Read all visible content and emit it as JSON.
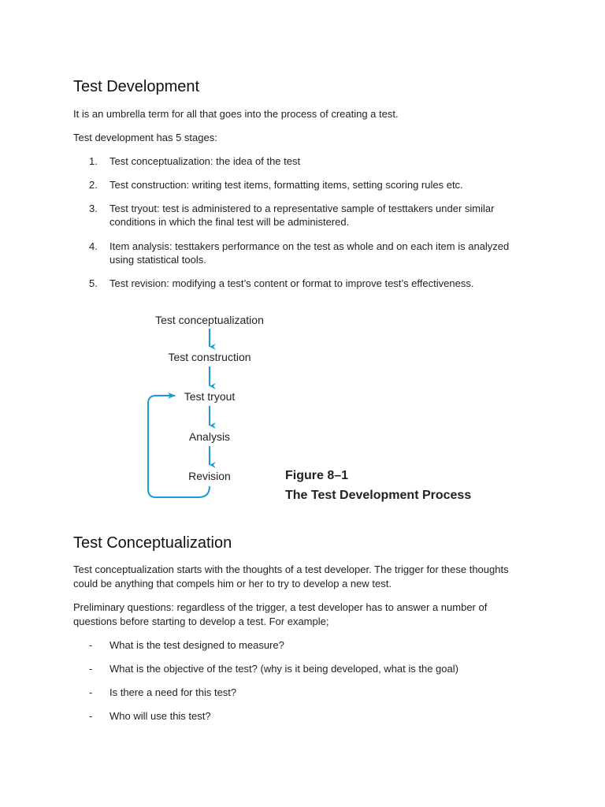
{
  "section1": {
    "heading": "Test Development",
    "intro": "It is an umbrella term for all that goes into the process of creating a test.",
    "stages_intro": "Test development has 5 stages:",
    "stages": [
      {
        "marker": "1.",
        "text": "Test conceptualization: the idea of the test"
      },
      {
        "marker": "2.",
        "text": "Test construction: writing test items, formatting items, setting scoring rules etc."
      },
      {
        "marker": "3.",
        "text": "Test tryout: test is administered to a representative sample of testtakers under similar conditions in which the final test will be administered."
      },
      {
        "marker": "4.",
        "text": "Item analysis: testtakers performance on the test as whole and on each item is analyzed using statistical tools."
      },
      {
        "marker": "5.",
        "text": "Test revision: modifying a test’s content or format to improve test’s effectiveness."
      }
    ]
  },
  "figure": {
    "nodes": [
      "Test conceptualization",
      "Test construction",
      "Test tryout",
      "Analysis",
      "Revision"
    ],
    "caption_line1": "Figure 8–1",
    "caption_line2": "The Test Development Process",
    "arrow_color": "#1a9ad6"
  },
  "section2": {
    "heading": "Test Conceptualization",
    "para1": "Test conceptualization starts with the thoughts of a test developer. The trigger for these thoughts could be anything that compels him or her to try to develop a new test.",
    "para2": "Preliminary questions: regardless of the trigger, a test developer has to answer a number of questions before starting to develop a test. For example;",
    "questions": [
      {
        "marker": "-",
        "text": "What is the test designed to measure?"
      },
      {
        "marker": "-",
        "text": "What is the objective of the test? (why is it being developed, what is the goal)"
      },
      {
        "marker": "-",
        "text": "Is there a need for this test?"
      },
      {
        "marker": "-",
        "text": "Who will use this test?"
      }
    ]
  }
}
